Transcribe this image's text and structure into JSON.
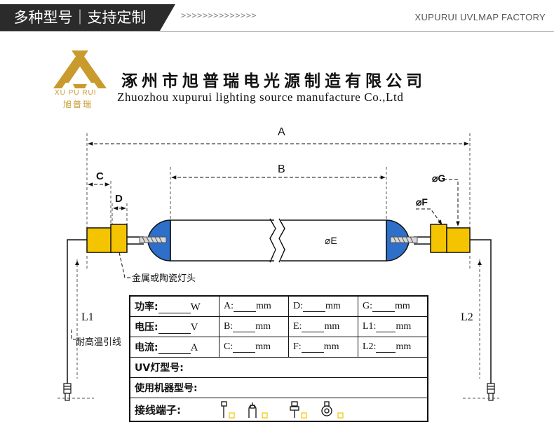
{
  "header": {
    "badge": "多种型号｜支持定制",
    "arrows": ">>>>>>>>>>>>>>",
    "factory": "XUPURUI UVLMAP FACTORY"
  },
  "brand": {
    "logo_en": "XU PU RUI",
    "logo_cn": "旭普瑞",
    "company_cn": "涿州市旭普瑞电光源制造有限公司",
    "company_en": "Zhuozhou xupurui lighting source manufacture Co.,Ltd",
    "gold": "#c99a2c",
    "cap_yellow": "#f5c400",
    "end_blue": "#2d6fc9"
  },
  "diagram": {
    "label_A": "A",
    "label_B": "B",
    "label_C": "C",
    "label_D": "D",
    "label_E": "⌀E",
    "label_F": "⌀F",
    "label_G": "⌀G",
    "label_L1": "L1",
    "label_L2": "L2",
    "cap_note": "金属或陶瓷灯头",
    "wire_note": "耐高温引线"
  },
  "spec_table": {
    "rows": [
      [
        {
          "label": "功率:",
          "unit": "W"
        },
        {
          "label": "A:",
          "unit": "mm"
        },
        {
          "label": "D:",
          "unit": "mm"
        },
        {
          "label": "G:",
          "unit": "mm"
        }
      ],
      [
        {
          "label": "电压:",
          "unit": "V"
        },
        {
          "label": "B:",
          "unit": "mm"
        },
        {
          "label": "E:",
          "unit": "mm"
        },
        {
          "label": "L1:",
          "unit": "mm"
        }
      ],
      [
        {
          "label": "电流:",
          "unit": "A"
        },
        {
          "label": "C:",
          "unit": "mm"
        },
        {
          "label": "F:",
          "unit": "mm"
        },
        {
          "label": "L2:",
          "unit": "mm"
        }
      ]
    ],
    "uv_model": "UV灯型号:",
    "machine_model": "使用机器型号:",
    "terminal_label": "接线端子:"
  }
}
